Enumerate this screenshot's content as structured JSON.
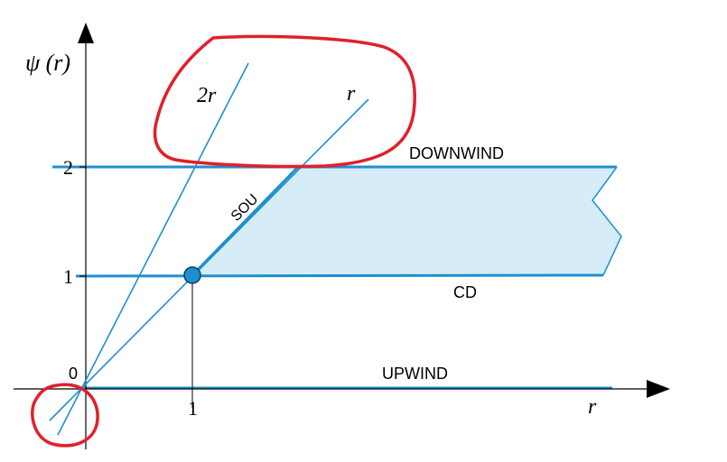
{
  "axes": {
    "y_label": "ψ (r)",
    "x_label": "r",
    "origin_label": "0",
    "y_tick_1": "1",
    "y_tick_2": "2",
    "x_tick_1": "1"
  },
  "lines": {
    "line_2r": "2r",
    "line_r": "r",
    "sou": "SOU",
    "downwind": "DOWNWIND",
    "cd": "CD",
    "upwind": "UPWIND"
  },
  "colors": {
    "line_blue": "#1f8fd0",
    "region_fill": "#d6ecf6",
    "annotation_red": "#e0202a",
    "point_fill": "#1f8fd0"
  }
}
